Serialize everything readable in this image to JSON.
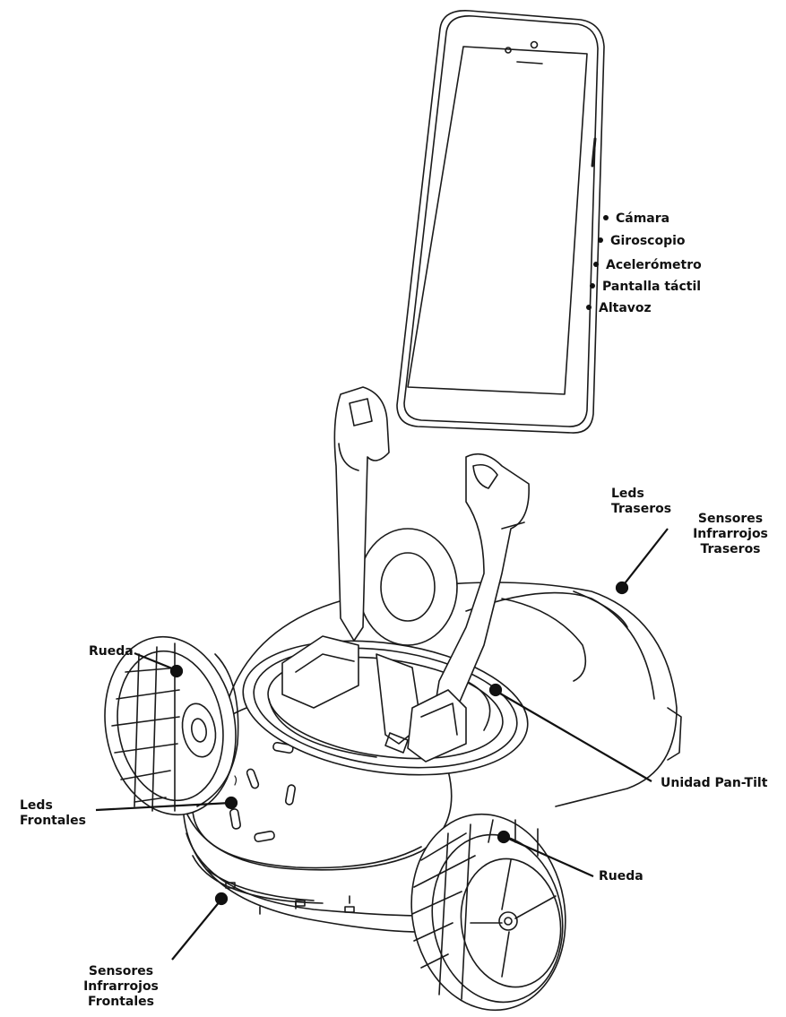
{
  "phone_features": [
    "Cámara",
    "Giroscopio",
    "Acelerómetro",
    "Pantalla táctil",
    "Altavoz"
  ],
  "labels": {
    "leds_traseros": [
      "Leds",
      "Traseros"
    ],
    "sensores_traseros": [
      "Sensores",
      "Infrarrojos",
      "Traseros"
    ],
    "rueda_izquierda": "Rueda",
    "unidad_pan_tilt": "Unidad Pan-Tilt",
    "leds_frontales": [
      "Leds",
      "Frontales"
    ],
    "rueda_derecha": "Rueda",
    "sensores_frontales": [
      "Sensores",
      "Infrarrojos",
      "Frontales"
    ]
  }
}
